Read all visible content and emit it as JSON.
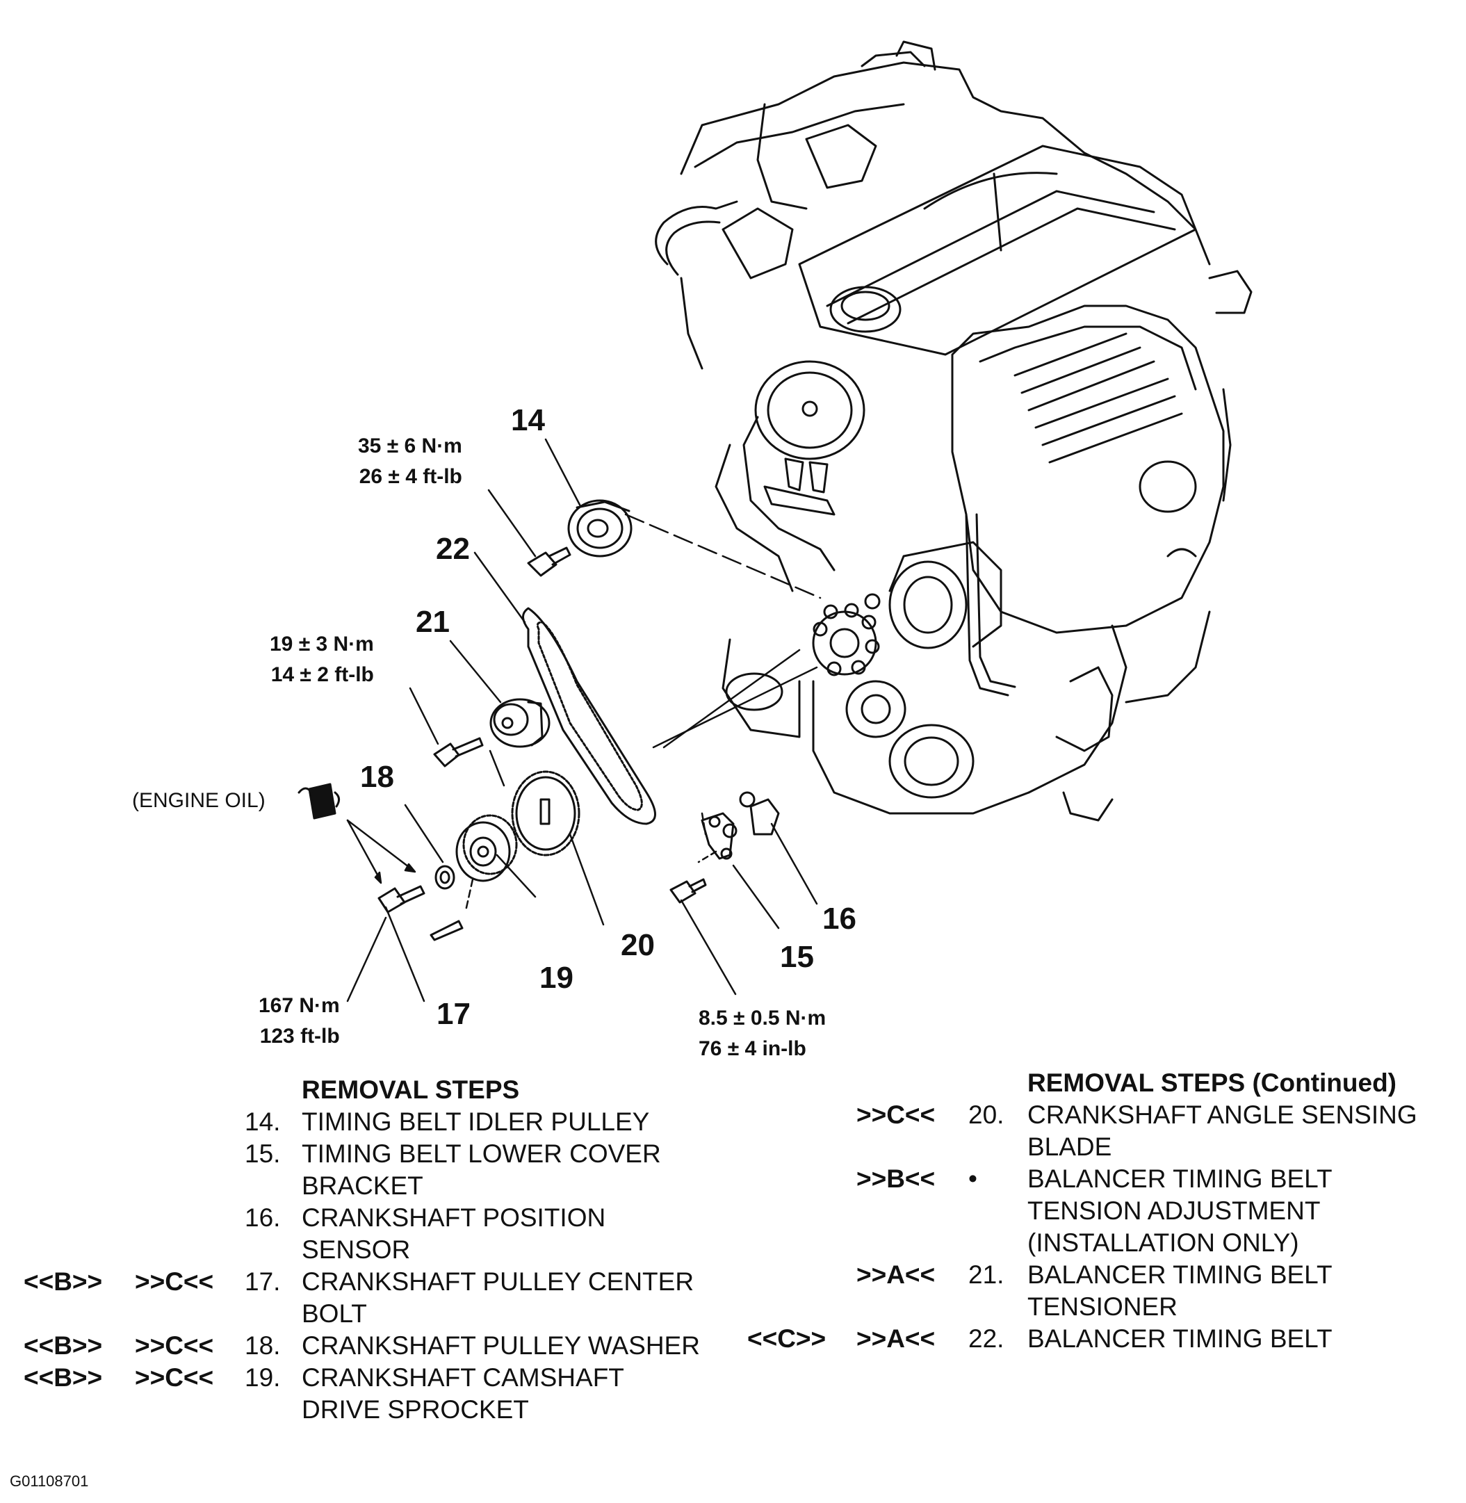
{
  "callouts": {
    "c14": "14",
    "c22": "22",
    "c21": "21",
    "c18": "18",
    "c16": "16",
    "c15": "15",
    "c20": "20",
    "c19": "19",
    "c17": "17"
  },
  "torques": {
    "idler": [
      "35 ± 6 N·m",
      "26 ± 4 ft-lb"
    ],
    "tensioner": [
      "19 ± 3 N·m",
      "14 ± 2 ft-lb"
    ],
    "center_bolt": [
      "167 N·m",
      "123 ft-lb"
    ],
    "sensor": [
      "8.5 ± 0.5 N·m",
      "76 ± 4 in-lb"
    ]
  },
  "engine_oil_label": "(ENGINE OIL)",
  "left_steps": {
    "title": "REMOVAL STEPS",
    "rows": [
      {
        "m1": "",
        "m2": "",
        "num": "14.",
        "text": "TIMING BELT IDLER PULLEY"
      },
      {
        "m1": "",
        "m2": "",
        "num": "15.",
        "text": "TIMING BELT LOWER COVER"
      },
      {
        "m1": "",
        "m2": "",
        "num": "",
        "text": "BRACKET"
      },
      {
        "m1": "",
        "m2": "",
        "num": "16.",
        "text": "CRANKSHAFT POSITION"
      },
      {
        "m1": "",
        "m2": "",
        "num": "",
        "text": "SENSOR"
      },
      {
        "m1": "<<B>>",
        "m2": ">>C<<",
        "num": "17.",
        "text": "CRANKSHAFT PULLEY CENTER"
      },
      {
        "m1": "",
        "m2": "",
        "num": "",
        "text": "BOLT"
      },
      {
        "m1": "<<B>>",
        "m2": ">>C<<",
        "num": "18.",
        "text": "CRANKSHAFT PULLEY WASHER"
      },
      {
        "m1": "<<B>>",
        "m2": ">>C<<",
        "num": "19.",
        "text": "CRANKSHAFT CAMSHAFT"
      },
      {
        "m1": "",
        "m2": "",
        "num": "",
        "text": "DRIVE SPROCKET"
      }
    ]
  },
  "right_steps": {
    "title": "REMOVAL STEPS (Continued)",
    "rows": [
      {
        "m1": "",
        "m2": ">>C<<",
        "num": "20.",
        "text": "CRANKSHAFT ANGLE SENSING"
      },
      {
        "m1": "",
        "m2": "",
        "num": "",
        "text": "BLADE"
      },
      {
        "m1": "",
        "m2": ">>B<<",
        "num": "•",
        "text": "BALANCER TIMING BELT"
      },
      {
        "m1": "",
        "m2": "",
        "num": "",
        "text": "TENSION ADJUSTMENT"
      },
      {
        "m1": "",
        "m2": "",
        "num": "",
        "text": "(INSTALLATION ONLY)"
      },
      {
        "m1": "",
        "m2": ">>A<<",
        "num": "21.",
        "text": "BALANCER TIMING BELT"
      },
      {
        "m1": "",
        "m2": "",
        "num": "",
        "text": "TENSIONER"
      },
      {
        "m1": "<<C>>",
        "m2": ">>A<<",
        "num": "22.",
        "text": "BALANCER TIMING BELT"
      }
    ]
  },
  "figure_id": "G01108701"
}
